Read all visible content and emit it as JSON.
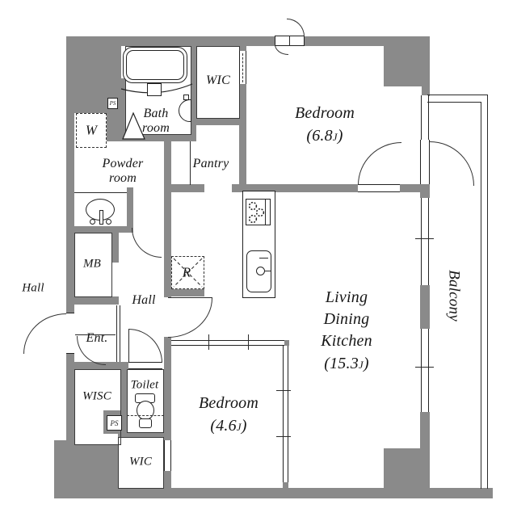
{
  "colors": {
    "wall": "#8a8a8a",
    "line": "#222222",
    "text": "#161616",
    "background": "#ffffff"
  },
  "rooms": {
    "wic_top": {
      "label": "WIC"
    },
    "bedroom_top": {
      "name": "Bedroom",
      "size_pre": "(6.8",
      "size_j": "J",
      "size_post": ")"
    },
    "bathroom": {
      "line1": "Bath",
      "line2": "room"
    },
    "washer": {
      "label": "W"
    },
    "powder": {
      "line1": "Powder",
      "line2": "room"
    },
    "pantry": {
      "label": "Pantry"
    },
    "meter_box": {
      "label": "MB"
    },
    "hall_outside": {
      "label": "Hall"
    },
    "hall": {
      "label": "Hall"
    },
    "entrance": {
      "label": "Ent."
    },
    "refrigerator": {
      "label": "R"
    },
    "wisc": {
      "label": "WISC"
    },
    "toilet": {
      "label": "Toilet"
    },
    "wic_bottom": {
      "label": "WIC"
    },
    "bedroom_bottom": {
      "name": "Bedroom",
      "size_pre": "(4.6",
      "size_j": "J",
      "size_post": ")"
    },
    "ldk": {
      "line1": "Living",
      "line2": "Dining",
      "line3": "Kitchen",
      "size_pre": "(15.3",
      "size_j": "J",
      "size_post": ")"
    },
    "balcony": {
      "label": "Balcony"
    },
    "ps_top": {
      "label": "PS"
    },
    "ps_bottom": {
      "label": "PS"
    }
  }
}
